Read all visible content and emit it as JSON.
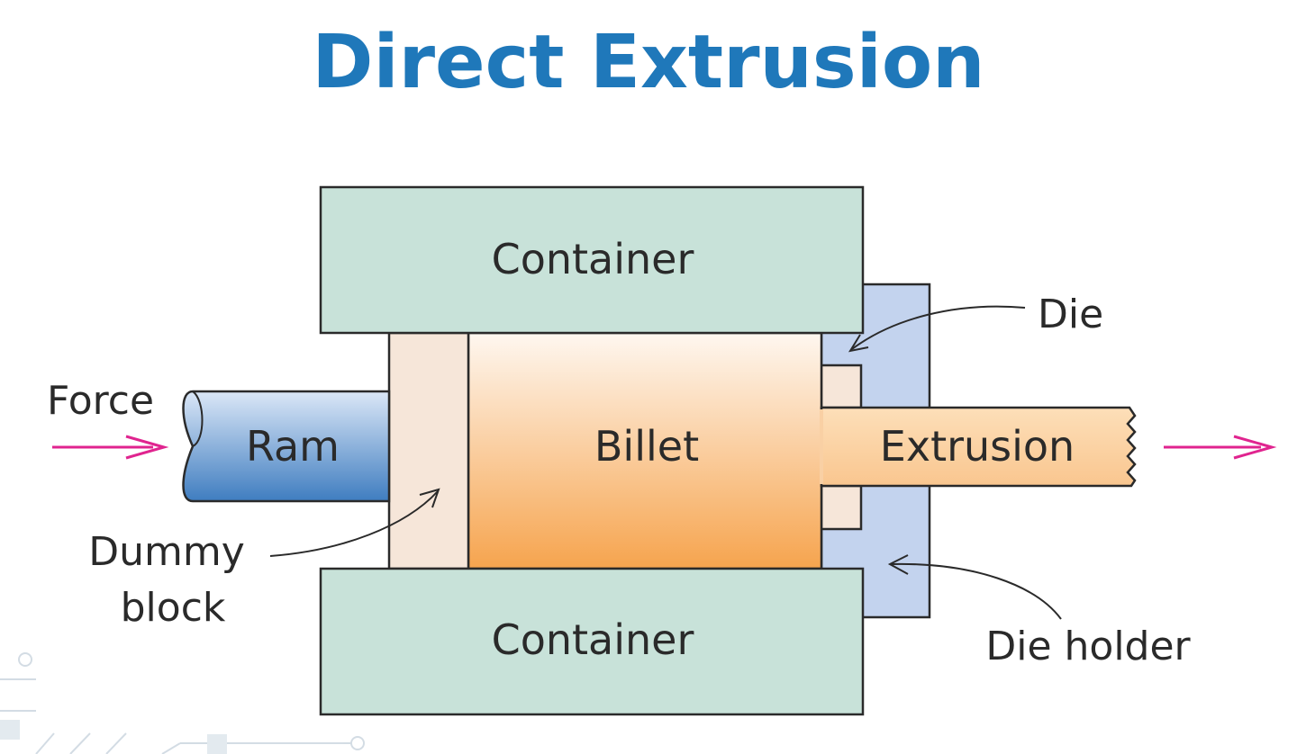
{
  "title": "Direct Extrusion",
  "labels": {
    "container_top": "Container",
    "container_bottom": "Container",
    "die": "Die",
    "force": "Force",
    "ram": "Ram",
    "billet": "Billet",
    "extrusion": "Extrusion",
    "dummy_line1": "Dummy",
    "dummy_line2": "block",
    "die_holder": "Die holder"
  },
  "colors": {
    "title": "#1f78ba",
    "container": "#c8e2d9",
    "die_holder": "#c3d3ee",
    "dummy_block": "#f6e6d9",
    "billet_light": "#fef7f0",
    "billet_dark": "#f6a44e",
    "ram_light": "#dbe7f7",
    "ram_dark": "#3f7dc0",
    "arrow": "#e0248f",
    "outline": "#2a2a2a"
  }
}
